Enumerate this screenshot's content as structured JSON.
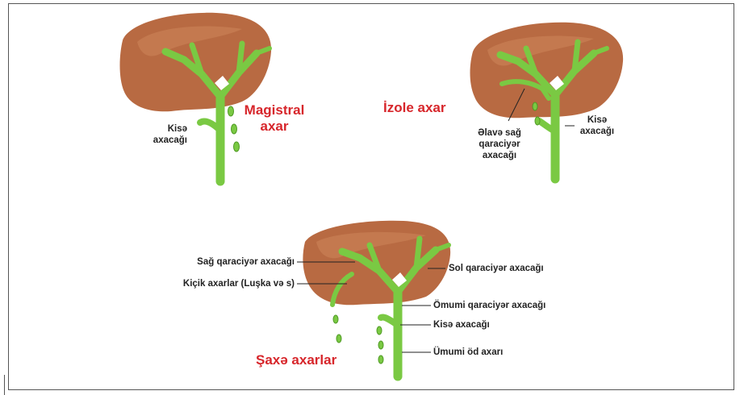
{
  "colors": {
    "liver": "#b86a42",
    "liver_light": "#d08a5c",
    "duct": "#7ac943",
    "duct_dark": "#4f9a24",
    "title": "#d7262b",
    "label": "#222222"
  },
  "panels": {
    "magistral": {
      "title_line1": "Magistral",
      "title_line2": "axar",
      "cystic_line1": "Kisə",
      "cystic_line2": "axacağı"
    },
    "izole": {
      "title": "İzole axar",
      "accessory_line1": "Əlavə sağ",
      "accessory_line2": "qaraciyər",
      "accessory_line3": "axacağı",
      "cystic_line1": "Kisə",
      "cystic_line2": "axacağı"
    },
    "saxe": {
      "title": "Şaxə axarlar",
      "labels": {
        "right_hepatic": "Sağ qaraciyər axacağı",
        "small_ducts": "Kiçik axarlar (Luşka və s)",
        "left_hepatic": "Sol qaraciyər axacağı",
        "common_hepatic": "Ömumi qaraciyər axacağı",
        "cystic": "Kisə axacağı",
        "common_bile": "Ümumi öd axarı"
      }
    }
  }
}
